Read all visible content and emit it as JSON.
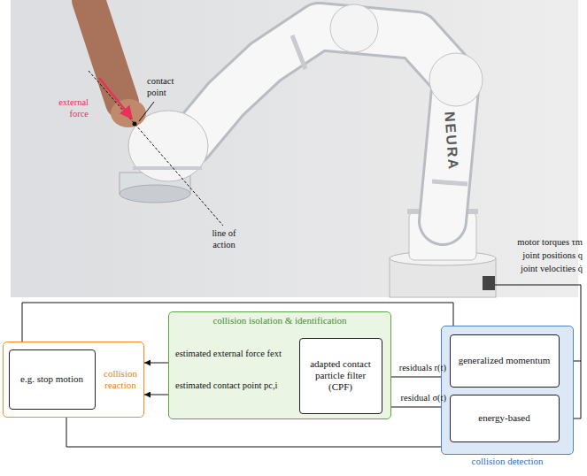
{
  "diagram": {
    "nodes": [
      {
        "text": [
          "collision reaction"
        ]
      },
      {
        "text": [
          "e.g. stop motion"
        ],
        "in": 0
      },
      {
        "text": [
          "collision isolation & identification"
        ]
      },
      {
        "text": [
          "adapted contact particle filter (CPF)"
        ],
        "in": 2
      },
      {
        "text": [
          "collision detection"
        ]
      },
      {
        "text": [
          "generalized momentum"
        ],
        "in": 4
      },
      {
        "text": [
          "energy-based"
        ],
        "in": 4
      }
    ],
    "edges": [
      {
        "from": 3,
        "to": 0,
        "label": "estimated external force fext",
        "arrow": "to"
      },
      {
        "from": 3,
        "to": 0,
        "label": "estimated contact point pc,i",
        "arrow": "to"
      },
      {
        "from": 5,
        "to": 3,
        "label": "residuals r(t)",
        "arrow": "to"
      },
      {
        "from": 6,
        "to": 3,
        "label": "residual σ(t)",
        "arrow": "to"
      },
      {
        "from": 4,
        "to": 1,
        "arrow": "to"
      },
      {
        "from": 4,
        "to": 1,
        "arrow": "to"
      }
    ],
    "labels": [
      "external force",
      "contact point",
      "line of action",
      "NEURA",
      "motor torques τm",
      "joint positions q",
      "joint velocities q̇"
    ]
  }
}
